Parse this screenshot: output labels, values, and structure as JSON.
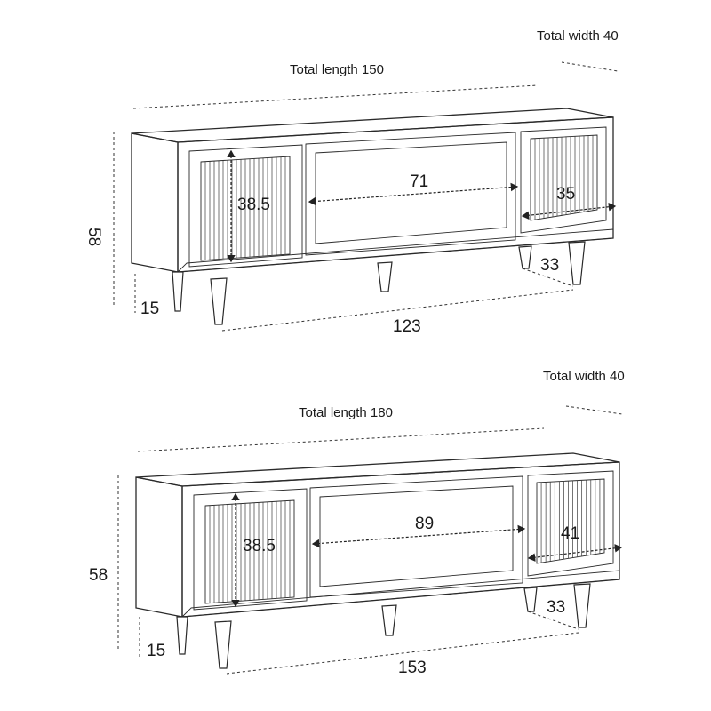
{
  "products": [
    {
      "total_width": "Total width 40",
      "total_length": "Total length 150",
      "height": "58",
      "leg_height": "15",
      "left_cabinet_height": "38.5",
      "center_width": "71",
      "right_cabinet_width": "35",
      "depth": "33",
      "bottom_length": "123"
    },
    {
      "total_width": "Total width 40",
      "total_length": "Total length 180",
      "height": "58",
      "leg_height": "15",
      "left_cabinet_height": "38.5",
      "center_width": "89",
      "right_cabinet_width": "41",
      "depth": "33",
      "bottom_length": "153"
    }
  ]
}
